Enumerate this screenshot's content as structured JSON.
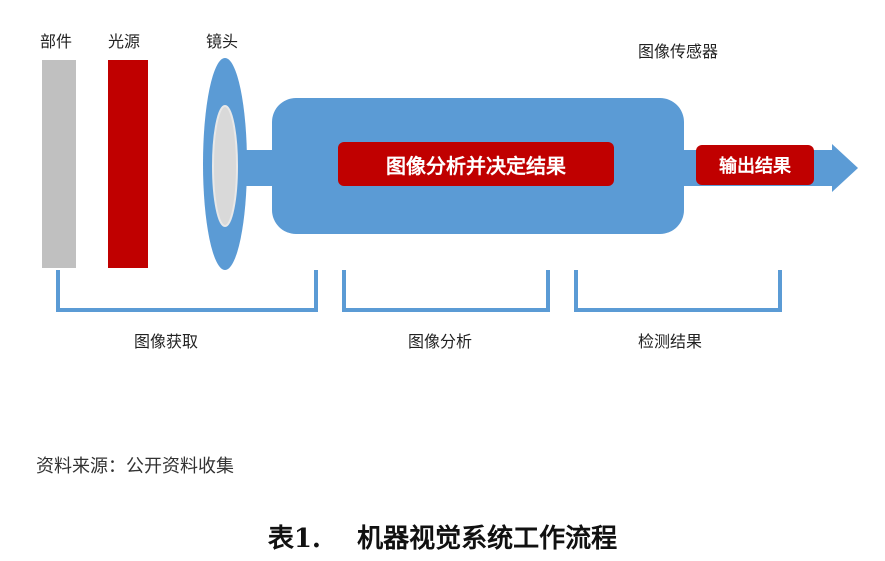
{
  "diagram": {
    "top_labels": {
      "part": "部件",
      "light": "光源",
      "lens": "镜头",
      "sensor": "图像传感器"
    },
    "process_box_label": "图像分析并决定结果",
    "output_box_label": "输出结果",
    "stages": {
      "acquire": "图像获取",
      "analyze": "图像分析",
      "result": "检测结果"
    }
  },
  "source_note": "资料来源：公开资料收集",
  "figure_title": "表1.    机器视觉系统工作流程",
  "colors": {
    "blue": "#5b9bd5",
    "red": "#c00000",
    "gray": "#c0c0c0"
  }
}
